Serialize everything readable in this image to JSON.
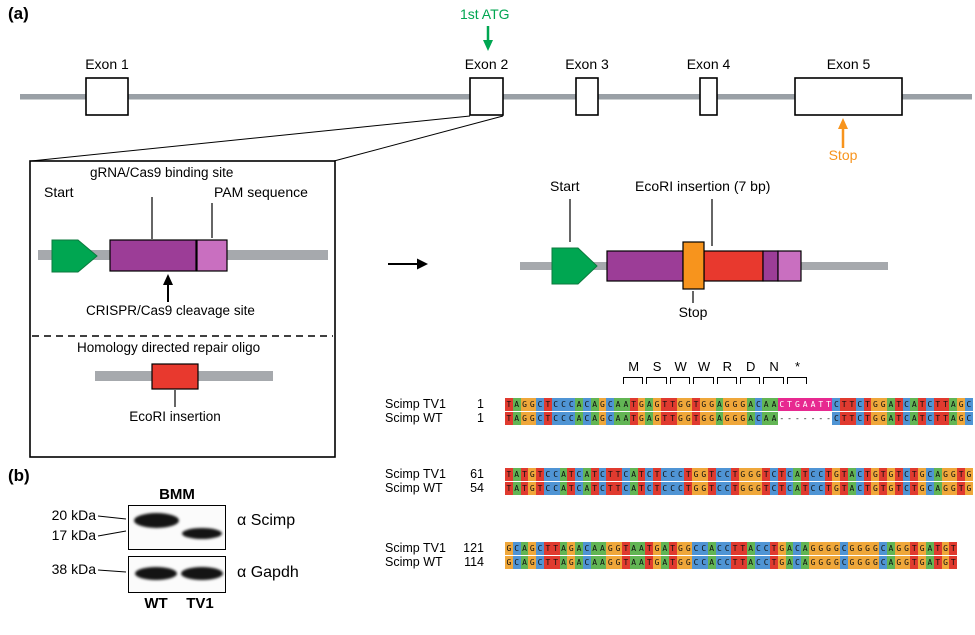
{
  "panel_a": {
    "label": "(a)",
    "atg_label": "1st ATG",
    "stop_label": "Stop",
    "exons": [
      "Exon 1",
      "Exon 2",
      "Exon 3",
      "Exon 4",
      "Exon 5"
    ],
    "zoom": {
      "grna_label": "gRNA/Cas9 binding site",
      "start_label": "Start",
      "pam_label": "PAM sequence",
      "cleavage_label": "CRISPR/Cas9 cleavage site",
      "hdr_label": "Homology directed repair oligo",
      "ecori_label": "EcoRI insertion"
    },
    "edited": {
      "start_label": "Start",
      "ecori_label": "EcoRI insertion (7 bp)",
      "stop_label": "Stop"
    },
    "colors": {
      "green": "#00a651",
      "orange": "#f7941d",
      "purple": "#9c3d97",
      "orchid": "#c96fc0",
      "red": "#e8392e",
      "gray_bar": "#a6a9ad"
    }
  },
  "alignment": {
    "aa_labels": [
      "M",
      "S",
      "W",
      "W",
      "R",
      "D",
      "N",
      "*"
    ],
    "codon_start_index": 15,
    "nt_colors": {
      "A": "#62b554",
      "C": "#4f94d4",
      "G": "#efa73a",
      "T": "#e03a2f",
      "-": "#ffffff"
    },
    "insert_color": "#e72990",
    "blocks": [
      {
        "rows": [
          {
            "name": "Scimp TV1",
            "num": "1",
            "seq": "TAGGCTCCCACAGCAATGAGTTGGTGGAGGGACAACTGAATTCTTCTGGATCATCTTAGC",
            "insert": [
              35,
              41
            ]
          },
          {
            "name": "Scimp WT",
            "num": "1",
            "seq": "TAGGCTCCCACAGCAATGAGTTGGTGGAGGGACAA-------CTTCTGGATCATCTTAGC"
          }
        ]
      },
      {
        "rows": [
          {
            "name": "Scimp TV1",
            "num": "61",
            "seq": "TATGTCCATCATCTTCATCTCCCTGGTCCTGGGTCTCATCCTGTACTGTGTCTGCAGGTG"
          },
          {
            "name": "Scimp WT",
            "num": "54",
            "seq": "TATGTCCATCATCTTCATCTCCCTGGTCCTGGGTCTCATCCTGTACTGTGTCTGCAGGTG"
          }
        ]
      },
      {
        "rows": [
          {
            "name": "Scimp TV1",
            "num": "121",
            "seq": "GCAGCTTAGACAAGGTAATGATGGCCACCTTACCTGACAGGGGCGGGGCAGGTGATGT"
          },
          {
            "name": "Scimp WT",
            "num": "114",
            "seq": "GCAGCTTAGACAAGGTAATGATGGCCACCTTACCTGACAGGGGCGGGGCAGGTGATGT"
          }
        ]
      }
    ]
  },
  "panel_b": {
    "label": "(b)",
    "header": "BMM",
    "marker_20": "20 kDa",
    "marker_17": "17 kDa",
    "marker_38": "38 kDa",
    "ab_scimp": "α Scimp",
    "ab_gapdh": "α Gapdh",
    "lane_wt": "WT",
    "lane_tv1": "TV1"
  }
}
